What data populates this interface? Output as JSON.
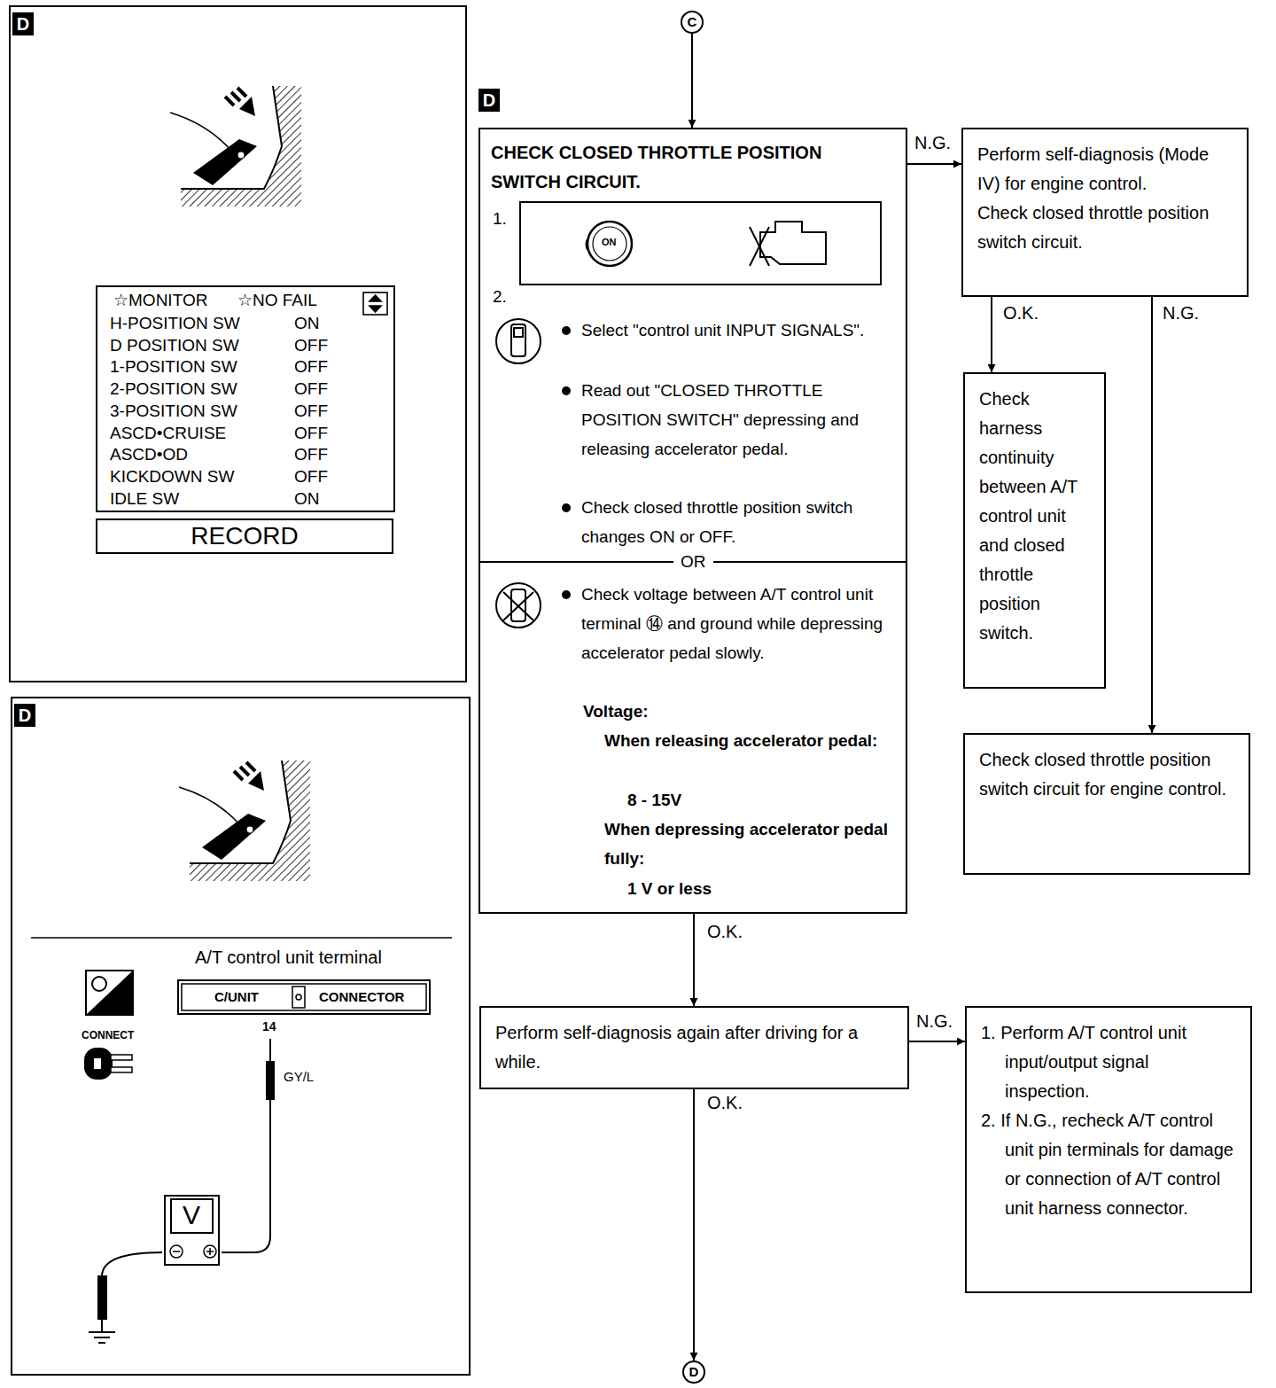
{
  "diagram": {
    "nodes": [
      {
        "text": [
          "D"
        ]
      },
      {
        "text": [
          "☆MONITOR",
          "☆NO FAIL",
          "H-POSITION SW",
          "ON",
          "D POSITION SW",
          "OFF",
          "1-POSITION SW",
          "OFF",
          "2-POSITION SW",
          "OFF",
          "3-POSITION SW",
          "OFF",
          "ASCD•CRUISE",
          "OFF",
          "ASCD•OD",
          "OFF",
          "KICKDOWN SW",
          "OFF",
          "IDLE SW",
          "ON"
        ],
        "in": 0
      },
      {
        "text": [
          "RECORD"
        ],
        "in": 0
      },
      {
        "text": [
          "D"
        ]
      },
      {
        "text": [
          "C/UNIT",
          "CONNECTOR"
        ],
        "in": 3
      },
      {
        "text": [
          "V"
        ],
        "in": 3
      },
      {
        "text": [
          "C"
        ]
      },
      {
        "text": [
          "D",
          "CHECK CLOSED THROTTLE POSITION SWITCH CIRCUIT.",
          "1.",
          "2.",
          "Select \"control unit INPUT SIGNALS\".",
          "Read out \"CLOSED THROTTLE POSITION SWITCH\" depressing and releasing accelerator pedal.",
          "Check closed throttle position switch changes ON or OFF.",
          "OR",
          "Check voltage between A/T control unit terminal ⑭ and ground while depressing accelerator pedal slowly.",
          "Voltage:",
          "When releasing accelerator pedal:",
          "8 - 15V",
          "When depressing accelerator pedal fully:",
          "1 V or less"
        ]
      },
      {
        "text": [
          "Perform self-diagnosis (Mode IV) for engine control.",
          "Check closed throttle position switch circuit."
        ]
      },
      {
        "text": [
          "Check harness continuity between A/T control unit and closed throttle position switch."
        ]
      },
      {
        "text": [
          "Check closed throttle position switch circuit for engine control."
        ]
      },
      {
        "text": [
          "Perform self-diagnosis again after driving for a while."
        ]
      },
      {
        "text": [
          "1. Perform A/T control unit input/output signal inspection.",
          "2. If N.G., recheck A/T control unit pin terminals for damage or connection of A/T control unit harness connector."
        ]
      },
      {
        "text": [
          "D"
        ]
      }
    ],
    "edges": [
      {
        "from": 6,
        "to": 7,
        "arrow": "to"
      },
      {
        "from": 7,
        "to": 8,
        "label": "N.G.",
        "arrow": "to"
      },
      {
        "from": 8,
        "to": 9,
        "label": "O.K.",
        "arrow": "to"
      },
      {
        "from": 8,
        "to": 10,
        "label": "N.G.",
        "arrow": "to"
      },
      {
        "from": 7,
        "to": 11,
        "label": "O.K.",
        "arrow": "to"
      },
      {
        "from": 11,
        "to": 12,
        "label": "N.G.",
        "arrow": "to"
      },
      {
        "from": 11,
        "to": 13,
        "label": "O.K.",
        "arrow": "to"
      }
    ],
    "labels": [
      "A/T control unit terminal",
      "14",
      "GY/L",
      "CONNECT",
      "ON"
    ]
  }
}
